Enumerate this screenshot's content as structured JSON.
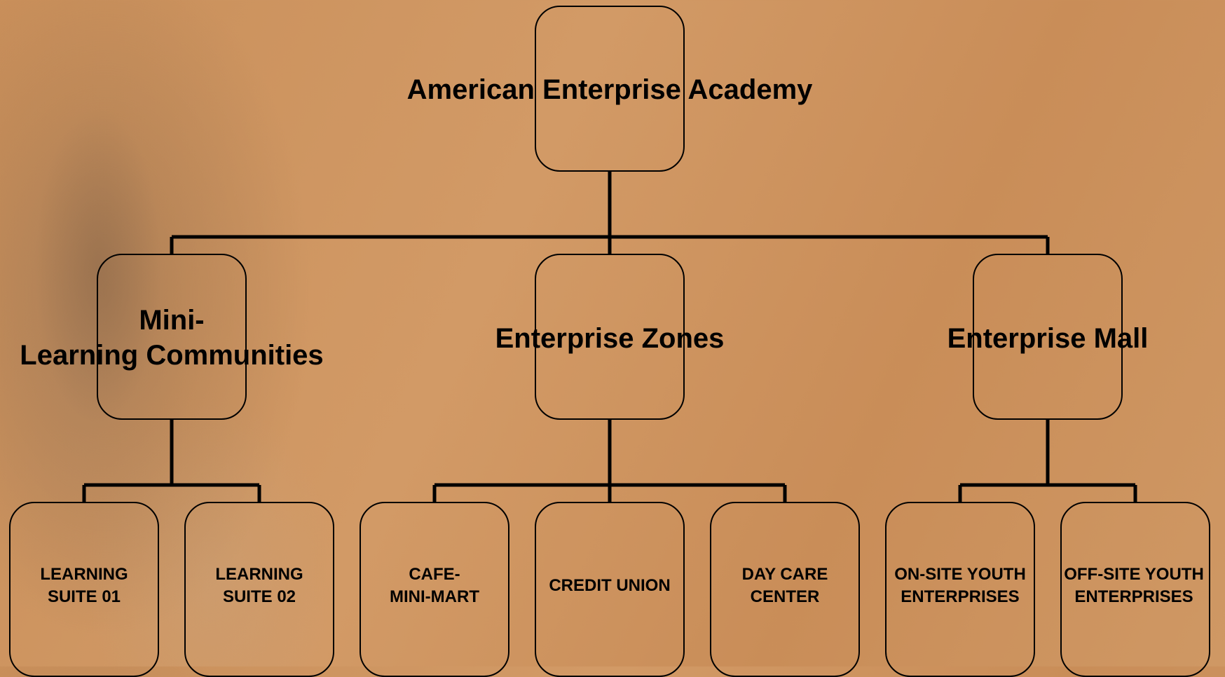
{
  "diagram": {
    "root": {
      "label": "American Enterprise Academy"
    },
    "branches": [
      {
        "label": "Mini-\nLearning Communities",
        "children": [
          "LEARNING\nSUITE 01",
          "LEARNING\nSUITE  02"
        ]
      },
      {
        "label": "Enterprise Zones",
        "children": [
          "CAFE-\nMINI-MART",
          "CREDIT UNION",
          "DAY CARE\nCENTER"
        ]
      },
      {
        "label": "Enterprise Mall",
        "children": [
          "ON-SITE YOUTH\nENTERPRISES",
          "OFF-SITE YOUTH\nENTERPRISES"
        ]
      }
    ]
  },
  "colors": {
    "line": "#000000",
    "text": "#000000",
    "background": "#cc935f"
  }
}
